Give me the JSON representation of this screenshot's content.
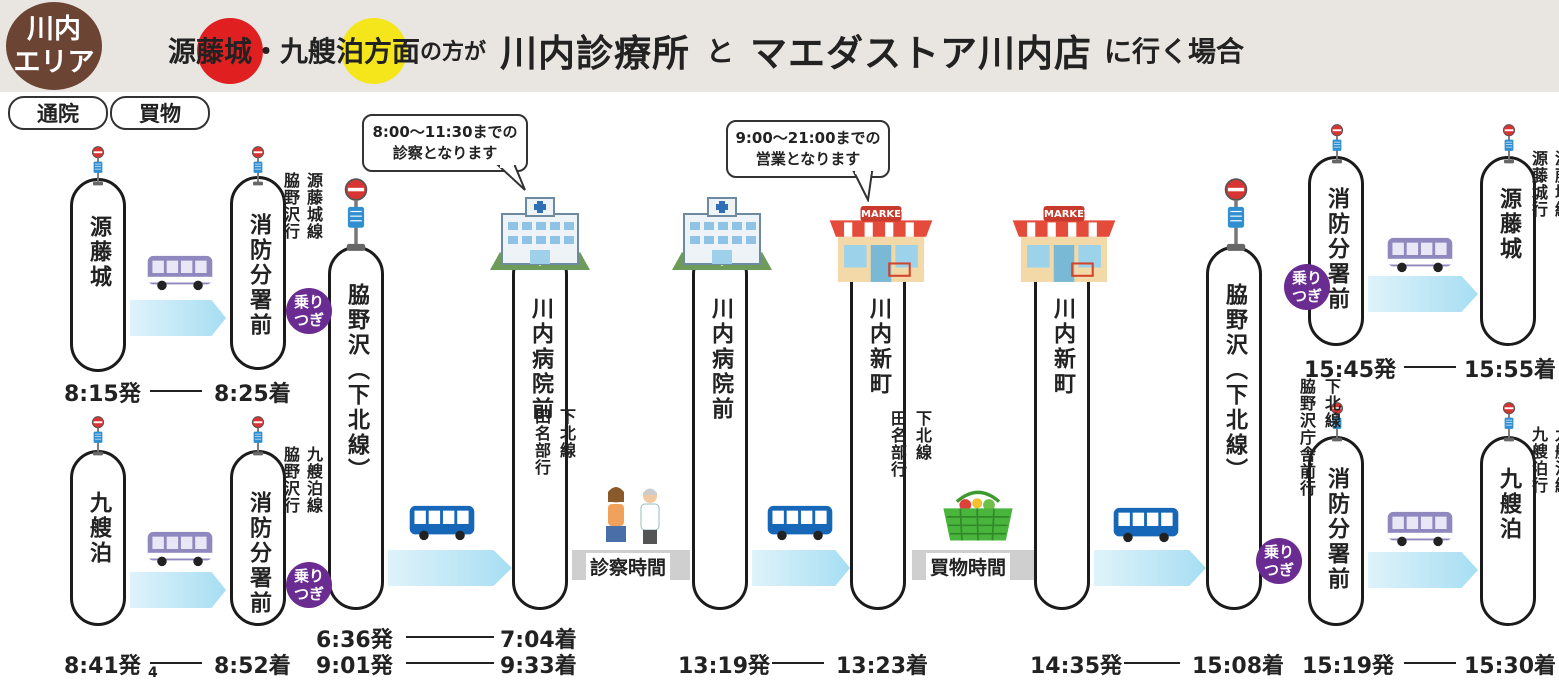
{
  "header": {
    "area_line1": "川内",
    "area_line2": "エリア",
    "title_dir": "源藤城・九艘泊方面",
    "title_part2": "の方が",
    "title_dest1": "川内診療所",
    "title_and": "と",
    "title_dest2": "マエダストア川内店",
    "title_end": "に行く場合",
    "circle_red": "#e02020",
    "circle_yellow": "#f5e61c"
  },
  "tabs": {
    "clinic": "通院",
    "shopping": "買物"
  },
  "stops": {
    "s1": "源藤城",
    "s2": "消防分署前",
    "s3": "九艘泊",
    "s4": "消防分署前",
    "s5": "脇野沢（下北線）",
    "s6": "川内病院前",
    "s7": "川内病院前",
    "s8": "川内新町",
    "s9": "川内新町",
    "s10": "脇野沢（下北線）",
    "s11": "消防分署前",
    "s12": "源藤城",
    "s13": "消防分署前",
    "s14": "九艘泊"
  },
  "routes": {
    "r1_line": "源藤城線",
    "r1_dest": "脇野沢行",
    "r2_line": "九艘泊線",
    "r2_dest": "脇野沢行",
    "r3_line": "下北線",
    "r3_dest": "田名部行",
    "r4_line": "下北線",
    "r4_dest": "田名部行",
    "r5_line": "下北線",
    "r5_dest": "脇野沢庁舎前行",
    "r6_line": "源藤城線",
    "r6_dest": "源藤城行",
    "r7_line": "九艘泊線",
    "r7_dest": "九艘泊行"
  },
  "times": {
    "t1": "8:15発",
    "t2": "8:25着",
    "t3": "8:41発",
    "t4": "8:52着",
    "t5": "6:36発",
    "t6": "7:04着",
    "t7": "9:01発",
    "t8": "9:33着",
    "t9": "13:19発",
    "t10": "13:23着",
    "t11": "14:35発",
    "t12": "15:08着",
    "t13": "15:45発",
    "t14": "15:55着",
    "t15": "15:19発",
    "t16": "15:30着",
    "t17": "4"
  },
  "transfer_label_1": "乗り",
  "transfer_label_2": "つぎ",
  "bubbles": {
    "clinic_1": "8:00〜11:30までの",
    "clinic_2": "診察となります",
    "store_1": "9:00〜21:00までの",
    "store_2": "営業となります"
  },
  "bands": {
    "clinic": "診察時間",
    "shopping": "買物時間"
  },
  "market_sign": "MARKET",
  "colors": {
    "transfer": "#6b2c91",
    "header": "#e9e6e1",
    "badge": "#6b4434",
    "bus_blue": "#1767b8",
    "bus_purple": "#8f88bf"
  },
  "icons": [
    "bus-stop-icon",
    "bus-icon",
    "hospital-icon",
    "market-icon",
    "doctor-patient-icon",
    "basket-icon"
  ]
}
